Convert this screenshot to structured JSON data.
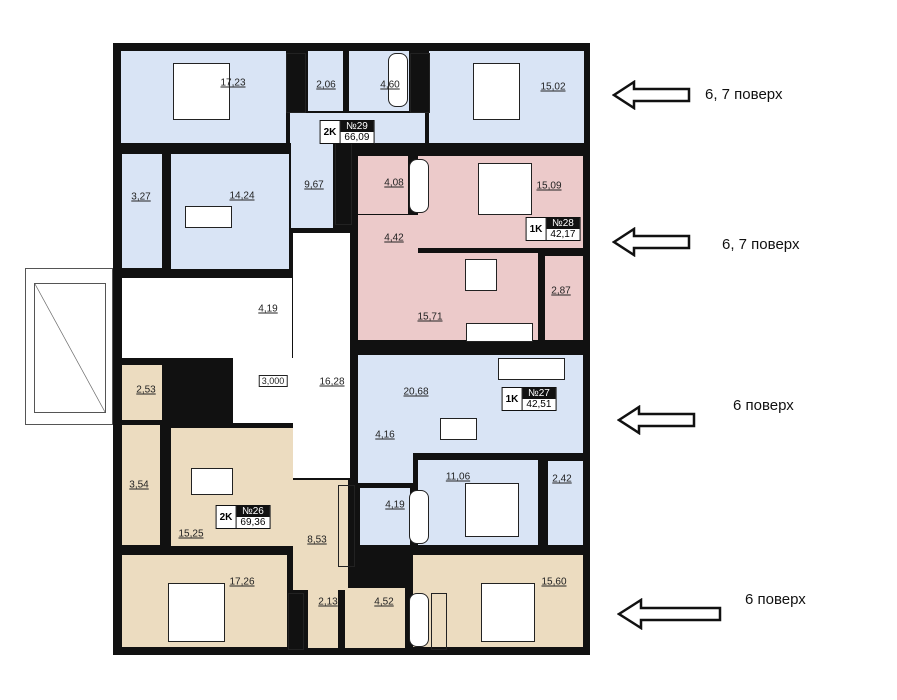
{
  "apartments": [
    {
      "type": "2K",
      "number": "№29",
      "area": "66,09"
    },
    {
      "type": "1K",
      "number": "№28",
      "area": "42,17"
    },
    {
      "type": "1K",
      "number": "№27",
      "area": "42,51"
    },
    {
      "type": "2K",
      "number": "№26",
      "area": "69,36"
    }
  ],
  "rooms": [
    "17,23",
    "2,06",
    "4,60",
    "15,02",
    "3,27",
    "14,24",
    "9,67",
    "4,08",
    "15,09",
    "4,42",
    "2,87",
    "4,19",
    "15,71",
    "16,28",
    "2,53",
    "20,68",
    "4,16",
    "11,06",
    "2,42",
    "3,54",
    "4,19",
    "15,25",
    "8,53",
    "17,26",
    "15,60",
    "2,13",
    "4,52"
  ],
  "elevation_mark": "3,000",
  "floor_labels": [
    "6, 7 поверх",
    "6, 7 поверх",
    "6 поверх",
    "6 поверх"
  ],
  "colors": {
    "apt29": "#d9e4f5",
    "apt28": "#eccaca",
    "apt27": "#d9e4f5",
    "apt26": "#ecdcc0"
  }
}
